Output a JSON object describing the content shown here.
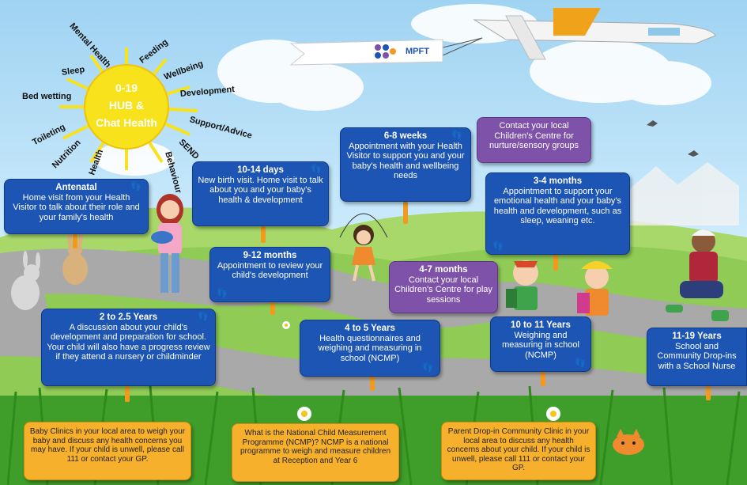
{
  "banner": {
    "logo_text": "MPFT"
  },
  "sun": {
    "hub_lines": [
      "0-19",
      "HUB &",
      "Chat Health"
    ],
    "labels": [
      "Mental Health",
      "Feeding",
      "Wellbeing",
      "Development",
      "Support/Advice",
      "SEND",
      "Behaviour",
      "Health",
      "Nutrition",
      "Toileting",
      "Bed wetting",
      "Sleep"
    ]
  },
  "stages": {
    "antenatal": {
      "title": "Antenatal",
      "text": "Home visit from your Health Visitor to talk about their role and your family's health"
    },
    "days_10_14": {
      "title": "10-14 days",
      "text": "New birth visit.  Home visit to talk about you and your baby's health & development"
    },
    "weeks_6_8": {
      "title": "6-8 weeks",
      "text": "Appointment with your Health Visitor to support you and your baby's health and wellbeing needs"
    },
    "childrens_centre_nurture": {
      "text": "Contact your local Children's Centre for nurture/sensory groups"
    },
    "months_3_4": {
      "title": "3-4 months",
      "text": "Appointment to support your emotional health and your baby's health and development, such as sleep, weaning etc."
    },
    "months_9_12": {
      "title": "9-12 months",
      "text": "Appointment to review your child's development"
    },
    "months_4_7": {
      "title": "4-7 months",
      "text": "Contact your local Children's Centre for play sessions"
    },
    "years_2_2_5": {
      "title": "2 to 2.5 Years",
      "text": "A discussion about your child's development and preparation for school.  Your child will also have a progress review if they attend a nursery or childminder"
    },
    "years_4_5": {
      "title": "4 to 5 Years",
      "text": "Health questionnaires and weighing and measuring in school (NCMP)"
    },
    "years_10_11": {
      "title": "10 to 11 Years",
      "text": "Weighing and measuring in school (NCMP)"
    },
    "years_11_19": {
      "title": "11-19 Years",
      "text": "School and Community Drop-ins with a School Nurse"
    }
  },
  "info": {
    "baby_clinics": "Baby Clinics in your local area to weigh your baby and discuss any health concerns you may have. If your child is unwell, please call 111 or contact your GP.",
    "ncmp": "What is the National Child Measurement Programme (NCMP)? NCMP is a national programme to weigh and measure children at Reception and Year 6",
    "parent_dropin": "Parent Drop-in Community Clinic in your local area to discuss any health concerns about your child. If your child is unwell, please call 111 or contact your GP."
  },
  "colors": {
    "blue": "#1d55b4",
    "purple": "#7d52a8",
    "orange": "#f6b02c",
    "sun": "#f7e21b",
    "path": "#a9a9a9"
  },
  "icons": [
    "footprints-icon",
    "sun-icon",
    "plane-icon",
    "house-icon",
    "rabbit-icon",
    "bird-icon",
    "cat-icon",
    "flower-icon"
  ]
}
